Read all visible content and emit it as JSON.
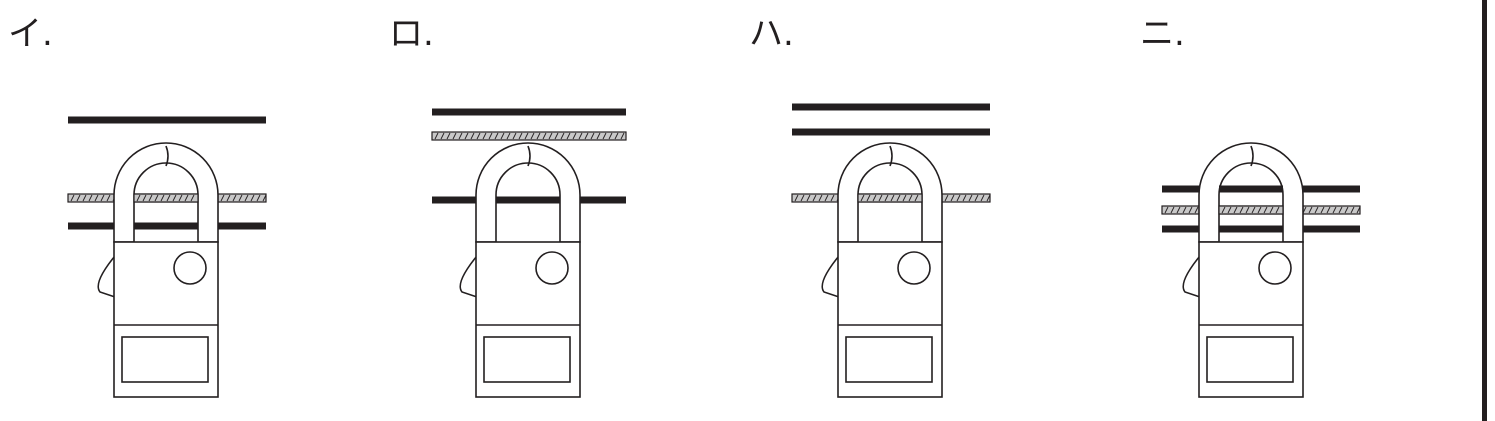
{
  "colors": {
    "ink": "#231f20",
    "hatch_fill": "#c8c8c8"
  },
  "panels": [
    {
      "label": "イ.",
      "wires": [
        {
          "kind": "solid"
        },
        {
          "kind": "hatched"
        },
        {
          "kind": "solid"
        }
      ]
    },
    {
      "label": "ロ.",
      "wires": [
        {
          "kind": "solid"
        },
        {
          "kind": "hatched"
        },
        {
          "kind": "solid"
        }
      ]
    },
    {
      "label": "ハ.",
      "wires": [
        {
          "kind": "solid"
        },
        {
          "kind": "solid"
        },
        {
          "kind": "hatched"
        }
      ]
    },
    {
      "label": "ニ.",
      "wires": [
        {
          "kind": "solid"
        },
        {
          "kind": "hatched"
        },
        {
          "kind": "solid"
        }
      ]
    }
  ]
}
